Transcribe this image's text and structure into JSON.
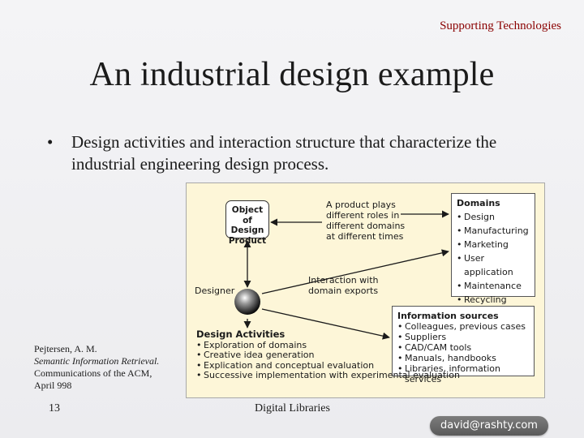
{
  "header": {
    "section_label": "Supporting Technologies"
  },
  "slide": {
    "title": "An industrial design example",
    "bullet_marker": "•",
    "bullet": "Design activities and interaction structure that characterize the industrial engineering design process."
  },
  "figure": {
    "object_box": [
      "Object of",
      "Design",
      "Product"
    ],
    "roles_note": [
      "A product plays",
      "different roles in",
      "different domains",
      "at different times"
    ],
    "interaction_note": [
      "Interaction with",
      "domain exports"
    ],
    "designer_label": "Designer",
    "domains": {
      "title": "Domains",
      "items": [
        "Design",
        "Manufacturing",
        "Marketing",
        "User application",
        "Maintenance",
        "Recycling"
      ]
    },
    "information_sources": {
      "title": "Information sources",
      "items": [
        "Colleagues, previous cases",
        "Suppliers",
        "CAD/CAM tools",
        "Manuals, handbooks",
        "Libraries, information services"
      ]
    },
    "design_activities": {
      "title": "Design Activities",
      "items": [
        "Exploration of domains",
        "Creative idea generation",
        "Explication and conceptual evaluation",
        "Successive implementation with experimental evaluation"
      ]
    }
  },
  "citation": {
    "author": "Pejtersen, A. M.",
    "title": "Semantic Information Retrieval.",
    "journal": "Communications of the ACM,",
    "date": "April 998"
  },
  "footer": {
    "page_number": "13",
    "center_text": "Digital Libraries",
    "badge": "david@rashty.com"
  },
  "colors": {
    "header_label": "#8a0000",
    "figure_background": "#fdf6d8",
    "badge": "#6b6b6b"
  }
}
